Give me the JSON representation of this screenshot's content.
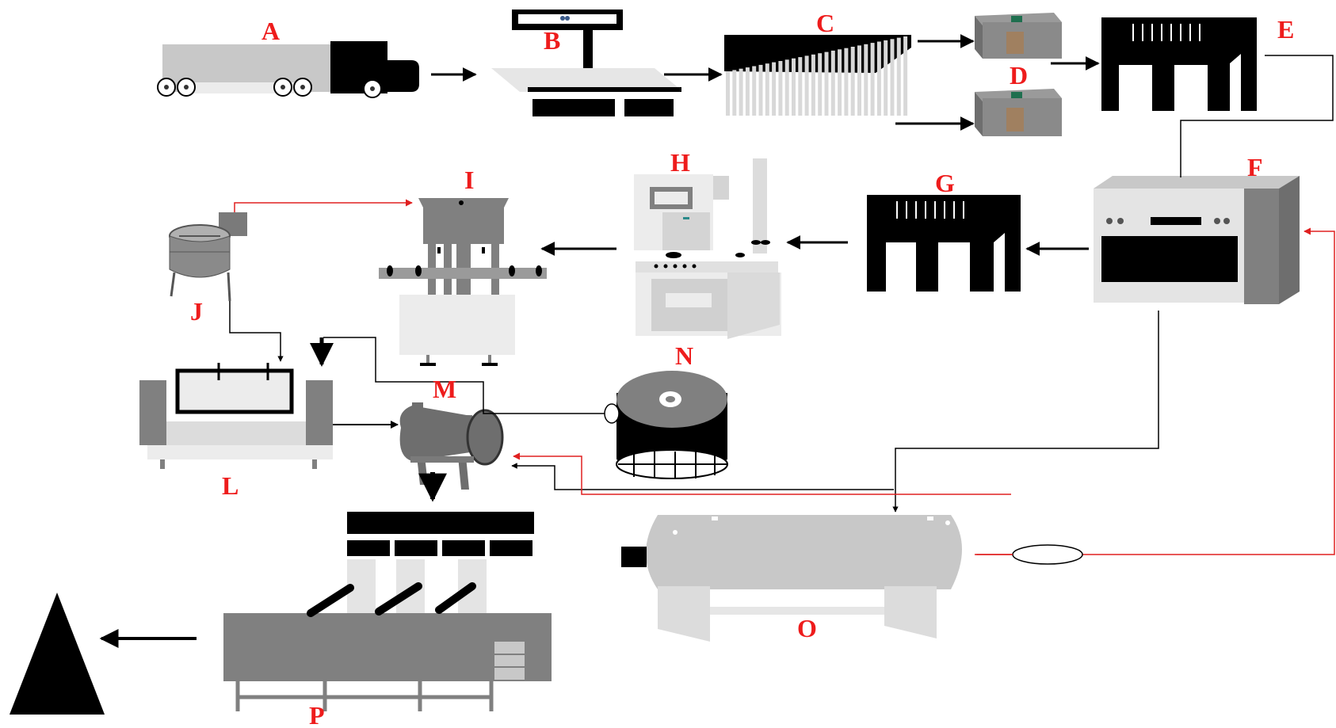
{
  "labels": {
    "A": "A",
    "B": "B",
    "C": "C",
    "D": "D",
    "E": "E",
    "F": "F",
    "G": "G",
    "H": "H",
    "I": "I",
    "J": "J",
    "L": "L",
    "M": "M",
    "N": "N",
    "O": "O",
    "P": "P"
  },
  "colors": {
    "label": "#ee1c1c",
    "machine_gray": "#808080",
    "light_gray": "#c8c8c8",
    "pale_gray": "#e4e4e4",
    "black": "#000000",
    "steam_line": "#e02020"
  }
}
